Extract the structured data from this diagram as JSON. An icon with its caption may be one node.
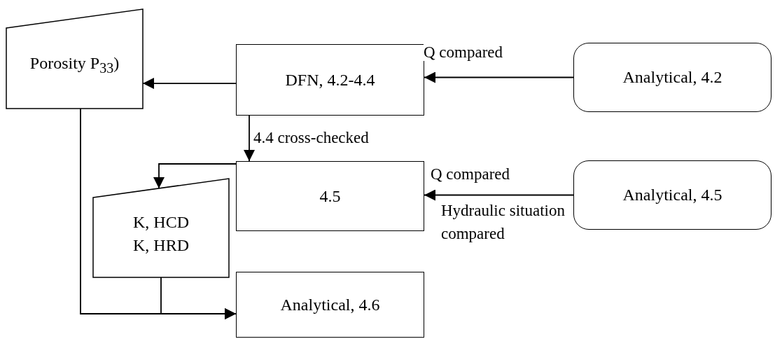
{
  "diagram": {
    "nodes": [
      {
        "text": [
          "Porosity P$_{33}$)"
        ]
      },
      {
        "text": [
          "DFN, 4.2-4.4"
        ]
      },
      {
        "text": [
          "Analytical, 4.2"
        ]
      },
      {
        "text": [
          "4.5"
        ]
      },
      {
        "text": [
          "Analytical, 4.5"
        ]
      },
      {
        "text": [
          "K, HCD",
          "K, HRD"
        ]
      },
      {
        "text": [
          "Analytical, 4.6"
        ]
      }
    ],
    "edges": [
      {
        "from": 1,
        "to": 0,
        "arrow": "to"
      },
      {
        "from": 2,
        "to": 1,
        "arrow": "to",
        "label": "Q compared"
      },
      {
        "from": 1,
        "to": 3,
        "arrow": "to",
        "label": "4.4 cross-checked"
      },
      {
        "from": 4,
        "to": 3,
        "arrow": "to",
        "label": "Q compared"
      },
      {
        "from": 3,
        "to": 5,
        "arrow": "to"
      },
      {
        "from": 5,
        "to": 6,
        "arrow": "to"
      },
      {
        "from": 0,
        "to": 6,
        "arrow": "to"
      }
    ],
    "labels": [
      "Hydraulic situation compared"
    ]
  }
}
